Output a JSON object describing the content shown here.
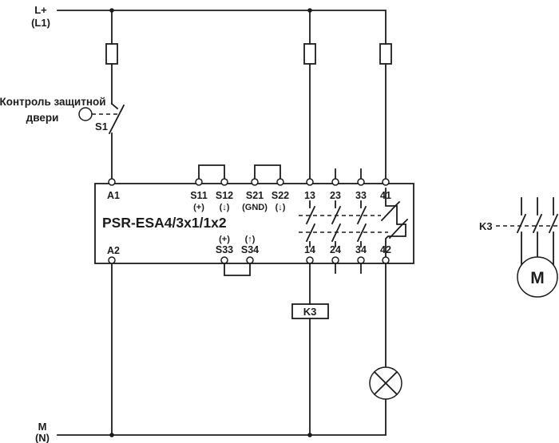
{
  "colors": {
    "line": "#1c1c1c",
    "bg": "#ffffff"
  },
  "power": {
    "positive": "L+",
    "positive_alt": "(L1)",
    "negative": "M",
    "negative_alt": "(N)"
  },
  "door_monitor": {
    "caption_line1": "Контроль защитной",
    "caption_line2": "двери",
    "switch": "S1"
  },
  "safety_relay": {
    "device_name": "PSR-ESA4/3x1/1x2",
    "terminals": {
      "a1": "A1",
      "a2": "A2",
      "s11": "S11",
      "s11_sub": "(+)",
      "s12": "S12",
      "s12_sub": "(↓)",
      "s21": "S21",
      "s21_sub": "(GND)",
      "s22": "S22",
      "s22_sub": "(↓)",
      "s33": "S33",
      "s33_sub": "(+)",
      "s34": "S34",
      "s34_sub": "(↑)",
      "no1_top": "13",
      "no1_bottom": "14",
      "no2_top": "23",
      "no2_bottom": "24",
      "no3_top": "33",
      "no3_bottom": "34",
      "nc_top": "41",
      "nc_bottom": "42"
    }
  },
  "output_circuit": {
    "coil": "K3",
    "contactor": "K3",
    "motor": "M"
  }
}
